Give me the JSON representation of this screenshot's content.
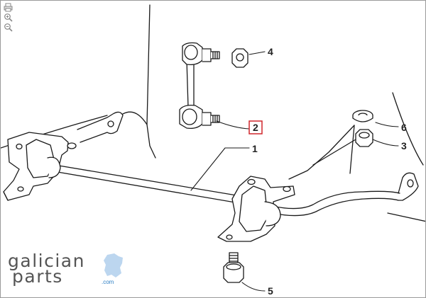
{
  "toolbar": {
    "tools": [
      {
        "name": "print",
        "icon": "printer-icon"
      },
      {
        "name": "zoom-in",
        "icon": "zoom-in-icon"
      },
      {
        "name": "zoom-out",
        "icon": "zoom-out-icon"
      }
    ]
  },
  "callouts": [
    {
      "number": "1"
    },
    {
      "number": "2",
      "highlighted": true
    },
    {
      "number": "3"
    },
    {
      "number": "4"
    },
    {
      "number": "5"
    },
    {
      "number": "6"
    }
  ],
  "highlight_color": "#d0262b",
  "brand": {
    "line1": "galician",
    "line2": "parts",
    "domain": ".com",
    "accent_color": "#2d7fc4"
  }
}
